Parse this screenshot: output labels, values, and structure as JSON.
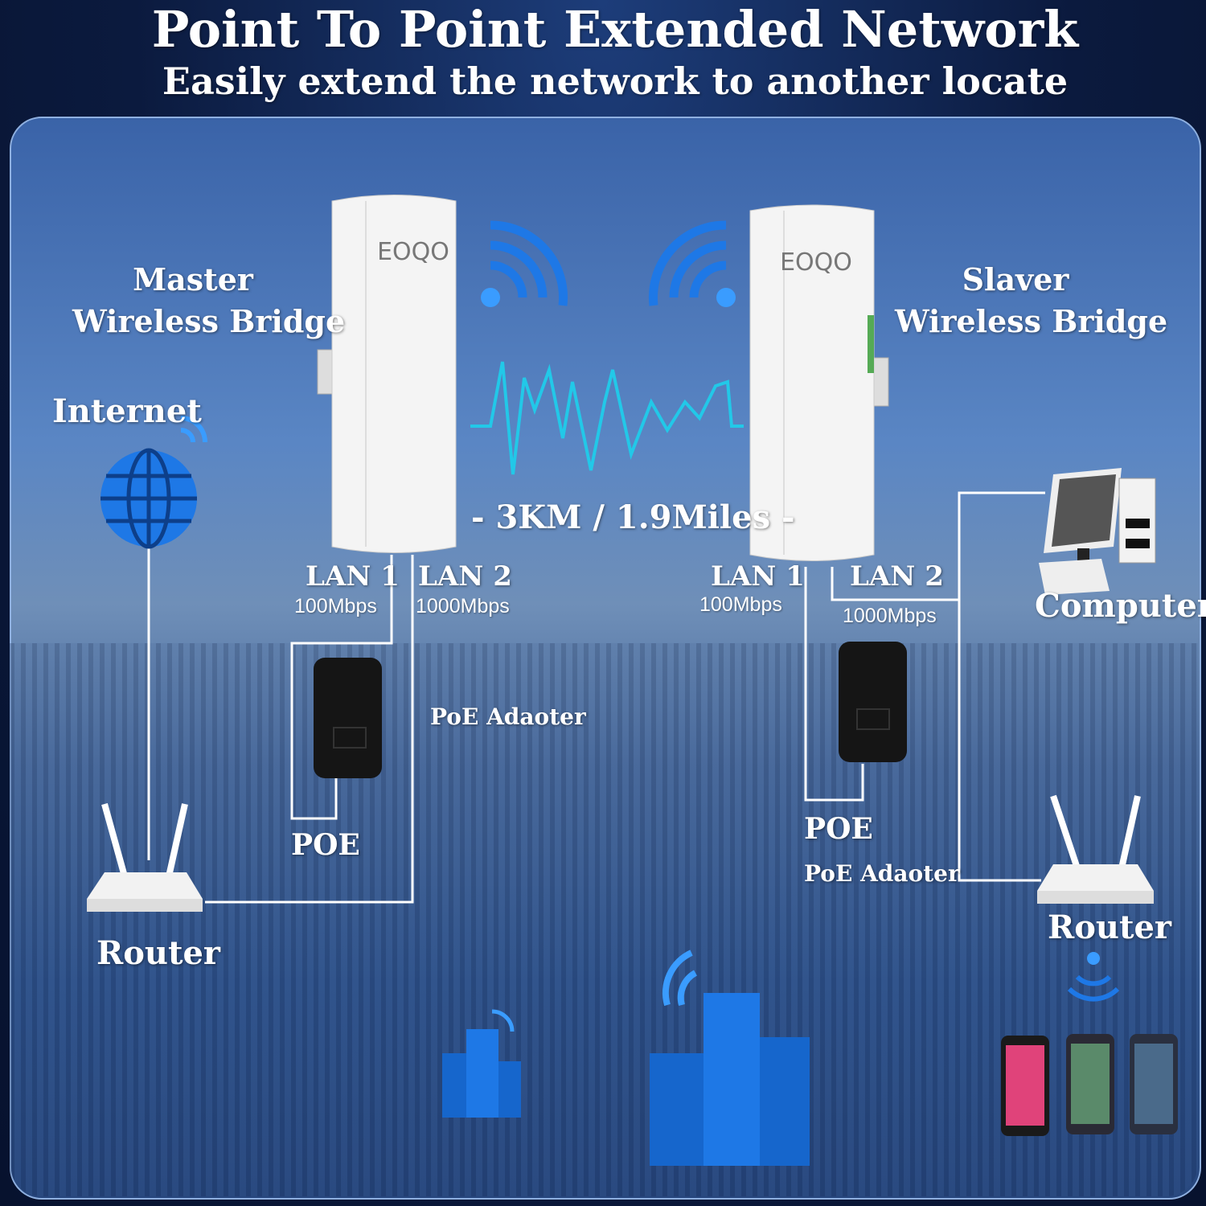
{
  "header": {
    "title": "Point To Point Extended Network",
    "subtitle": "Easily extend the network to another locate"
  },
  "master": {
    "line1": "Master",
    "line2": "Wireless Bridge",
    "logo": "EOQO",
    "lan1": "LAN 1",
    "lan1_speed": "100Mbps",
    "lan2": "LAN 2",
    "lan2_speed": "1000Mbps",
    "poe": "POE",
    "adapter": "PoE Adaoter"
  },
  "slave": {
    "line1": "Slaver",
    "line2": "Wireless Bridge",
    "logo": "EOQO",
    "lan1": "LAN 1",
    "lan1_speed": "100Mbps",
    "lan2": "LAN 2",
    "lan2_speed": "1000Mbps",
    "poe": "POE",
    "adapter": "PoE Adaoter"
  },
  "distance": "-  3KM / 1.9Miles -",
  "internet": "Internet",
  "router_left": "Router",
  "router_right": "Router",
  "computer": "Computer",
  "colors": {
    "background": "#0b1a3e",
    "accent_blue": "#1e78e6",
    "wave": "#22c8e8",
    "line": "#ffffff"
  }
}
